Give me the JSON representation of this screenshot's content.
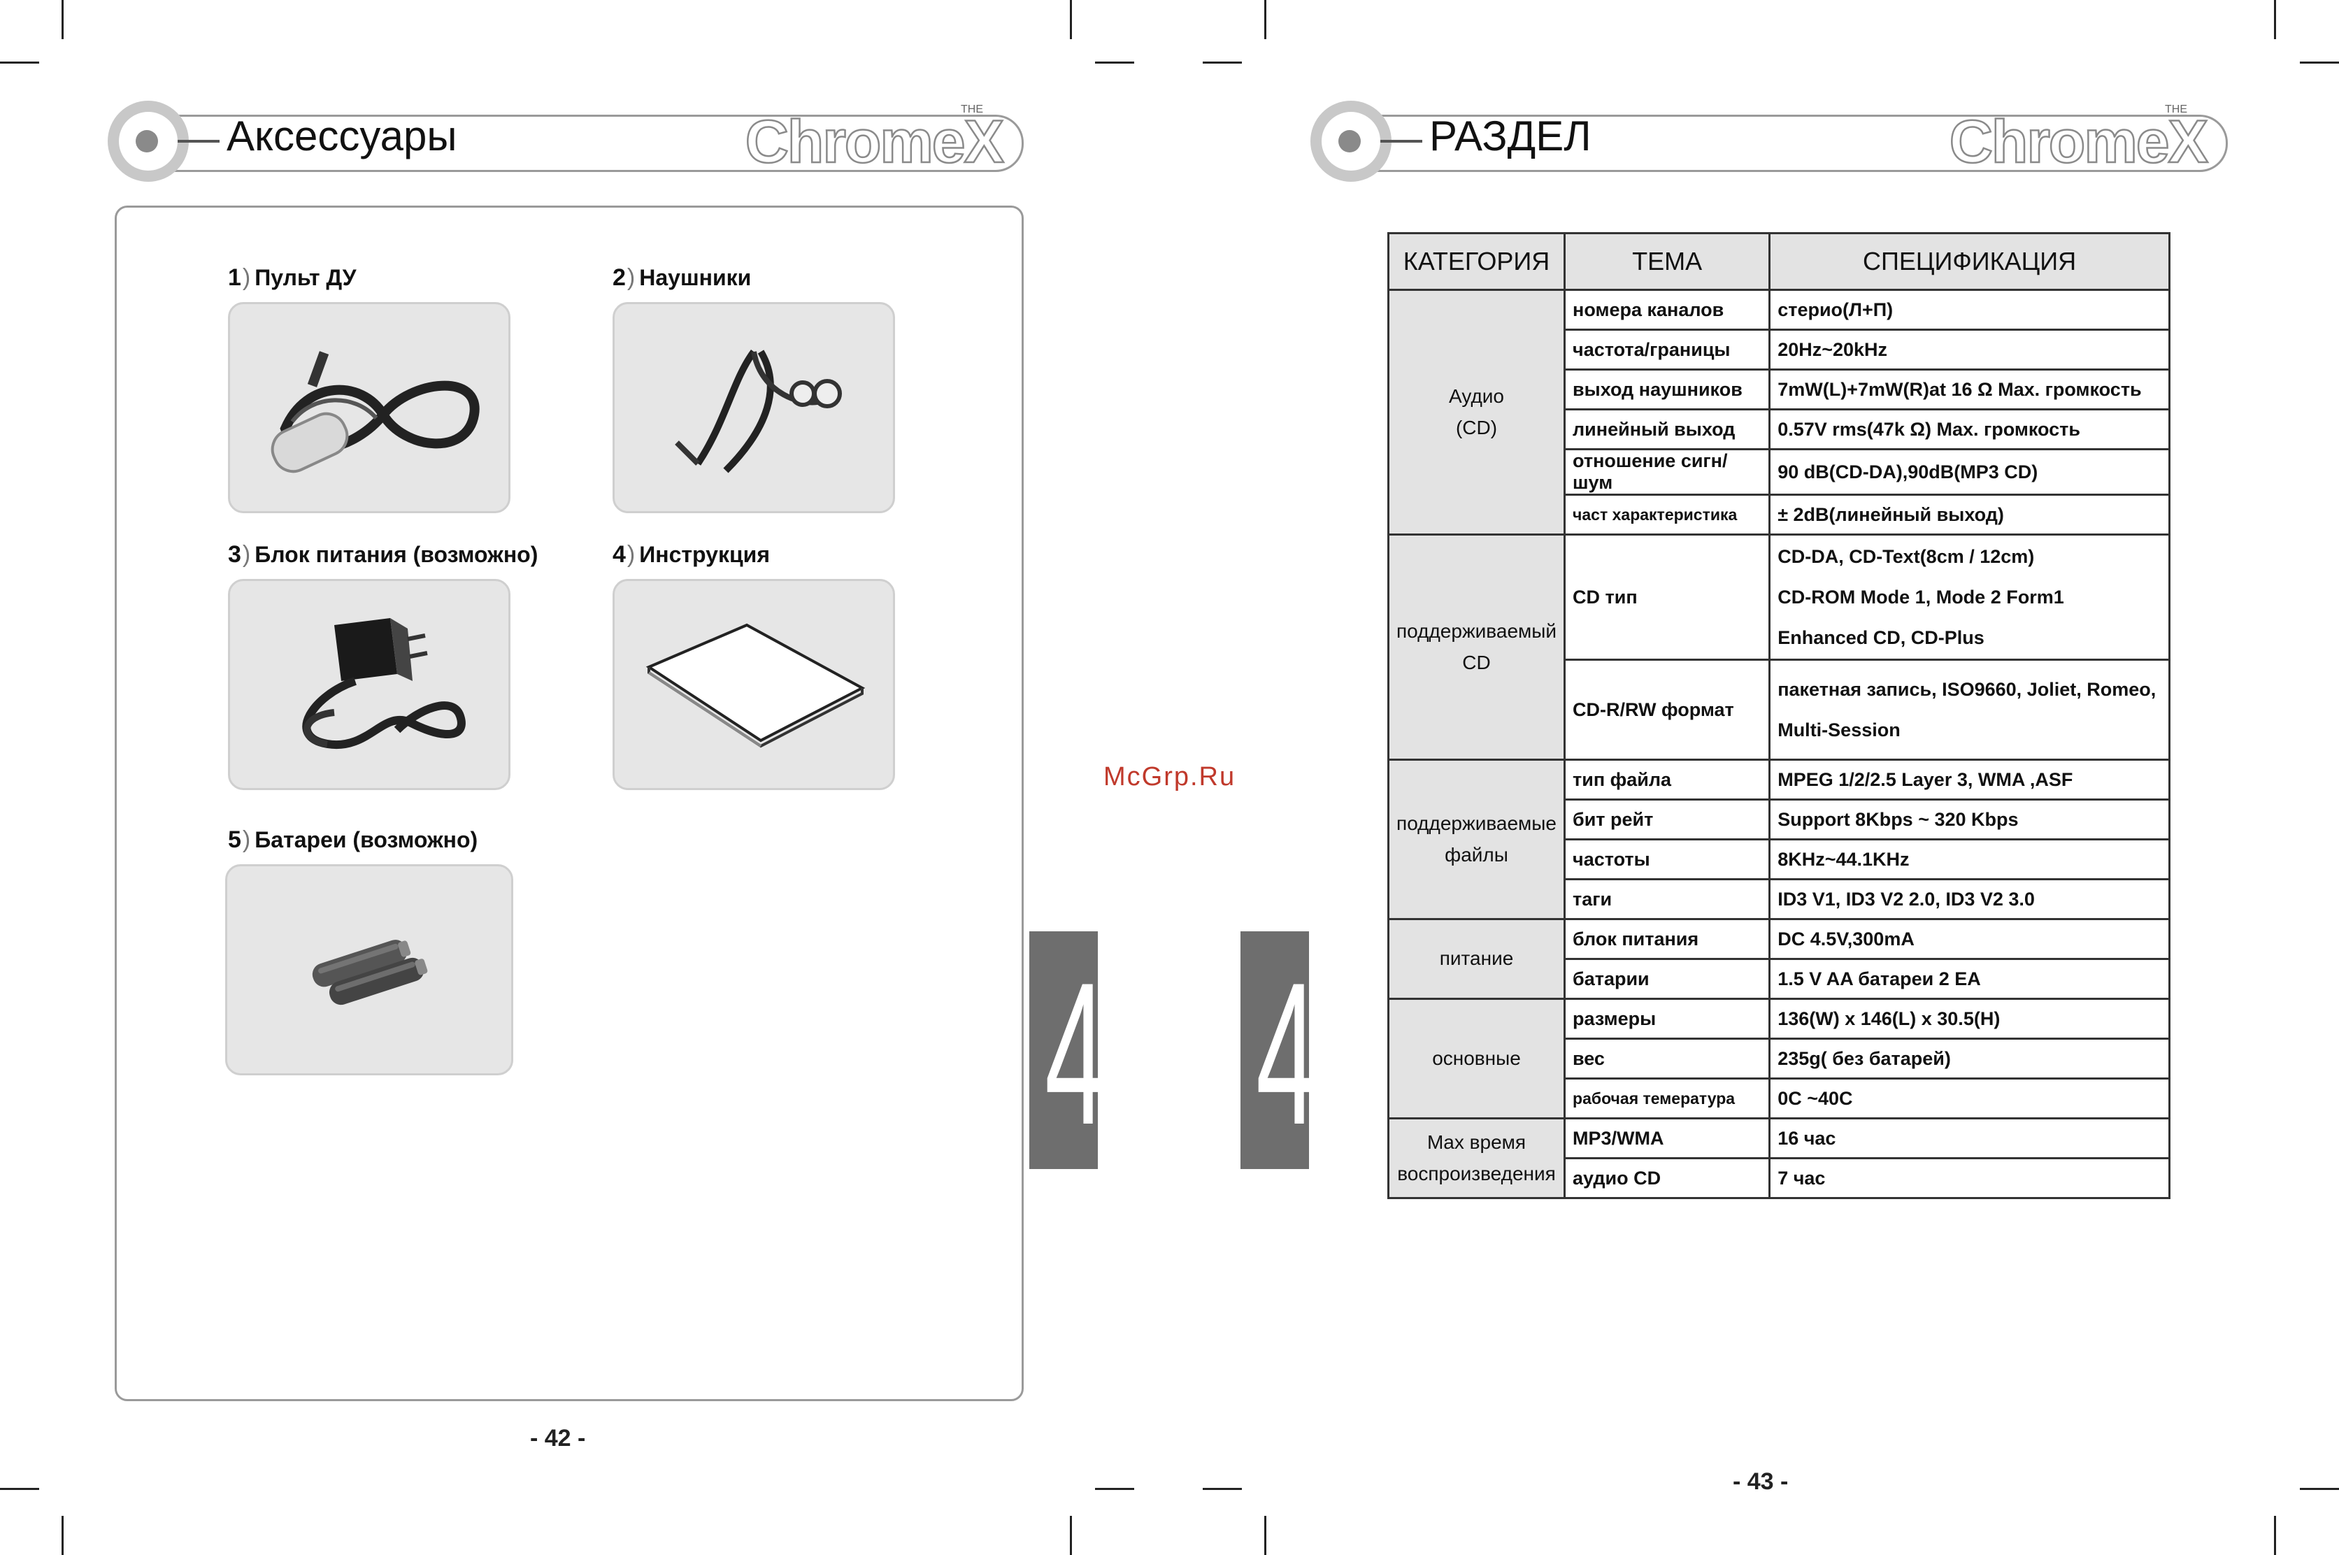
{
  "left_page": {
    "title": "Аксессуары",
    "brand": "ChromeX",
    "brand_sup": "THE",
    "page_number": "- 42 -",
    "tab_number": "4",
    "items": [
      {
        "num": "1",
        "label": "Пульт ДУ"
      },
      {
        "num": "2",
        "label": "Наушники"
      },
      {
        "num": "3",
        "label": "Блок питания (возможно)"
      },
      {
        "num": "4",
        "label": "Инструкция"
      },
      {
        "num": "5",
        "label": "Батареи (возможно)"
      }
    ]
  },
  "right_page": {
    "title": "РАЗДЕЛ",
    "brand": "ChromeX",
    "brand_sup": "THE",
    "page_number": "- 43 -",
    "tab_number": "4",
    "table": {
      "headers": [
        "КАТЕГОРИЯ",
        "ТЕМА",
        "СПЕЦИФИКАЦИЯ"
      ],
      "audio": {
        "cat_line1": "Аудио",
        "cat_line2": "(CD)",
        "rows": [
          {
            "topic": "номера каналов",
            "value": "стерио(Л+П)"
          },
          {
            "topic": "частота/границы",
            "value": "20Hz~20kHz"
          },
          {
            "topic": "выход наушников",
            "value": "7mW(L)+7mW(R)at 16 Ω Max. громкость"
          },
          {
            "topic": "линейный выход",
            "value": "0.57V rms(47k Ω) Max. громкость"
          },
          {
            "topic": "отношение сигн/шум",
            "value": "90 dB(CD-DA),90dB(MP3 CD)"
          },
          {
            "topic": "част характеристика",
            "value": "± 2dB(линейный выход)"
          }
        ]
      },
      "cd": {
        "cat_line1": "поддерживаемый",
        "cat_line2": "CD",
        "cd_type_topic": "CD тип",
        "cd_type_values": [
          "CD-DA, CD-Text(8cm / 12cm)",
          "CD-ROM Mode 1, Mode 2 Form1",
          "Enhanced CD, CD-Plus"
        ],
        "cdrw_topic": "CD-R/RW формат",
        "cdrw_values": [
          "пакетная запись, ISO9660, Joliet, Romeo,",
          "Multi-Session"
        ]
      },
      "files": {
        "cat_line1": "поддерживаемые",
        "cat_line2": "файлы",
        "rows": [
          {
            "topic": "тип файла",
            "value": "MPEG 1/2/2.5 Layer 3, WMA ,ASF"
          },
          {
            "topic": "бит рейт",
            "value": "Support 8Kbps ~ 320 Kbps"
          },
          {
            "topic": "частоты",
            "value": "8KHz~44.1KHz"
          },
          {
            "topic": "таги",
            "value": "ID3 V1, ID3 V2 2.0, ID3 V2 3.0"
          }
        ]
      },
      "power": {
        "cat": "питание",
        "rows": [
          {
            "topic": "блок питания",
            "value": "DC 4.5V,300mA"
          },
          {
            "topic": "батарии",
            "value": "1.5 V AA батареи 2 EA"
          }
        ]
      },
      "general": {
        "cat": "основные",
        "rows": [
          {
            "topic": "размеры",
            "value": "136(W) x 146(L) x 30.5(H)"
          },
          {
            "topic": "вес",
            "value": "235g( без батарей)"
          },
          {
            "topic": "рабочая темература",
            "value": "0C ~40C"
          }
        ]
      },
      "playtime": {
        "cat_line1": "Max время",
        "cat_line2": "воспроизведения",
        "rows": [
          {
            "topic": "MP3/WMA",
            "value": "16 час"
          },
          {
            "topic": "аудио CD",
            "value": "7 час"
          }
        ]
      }
    }
  },
  "watermark": "McGrp.Ru"
}
